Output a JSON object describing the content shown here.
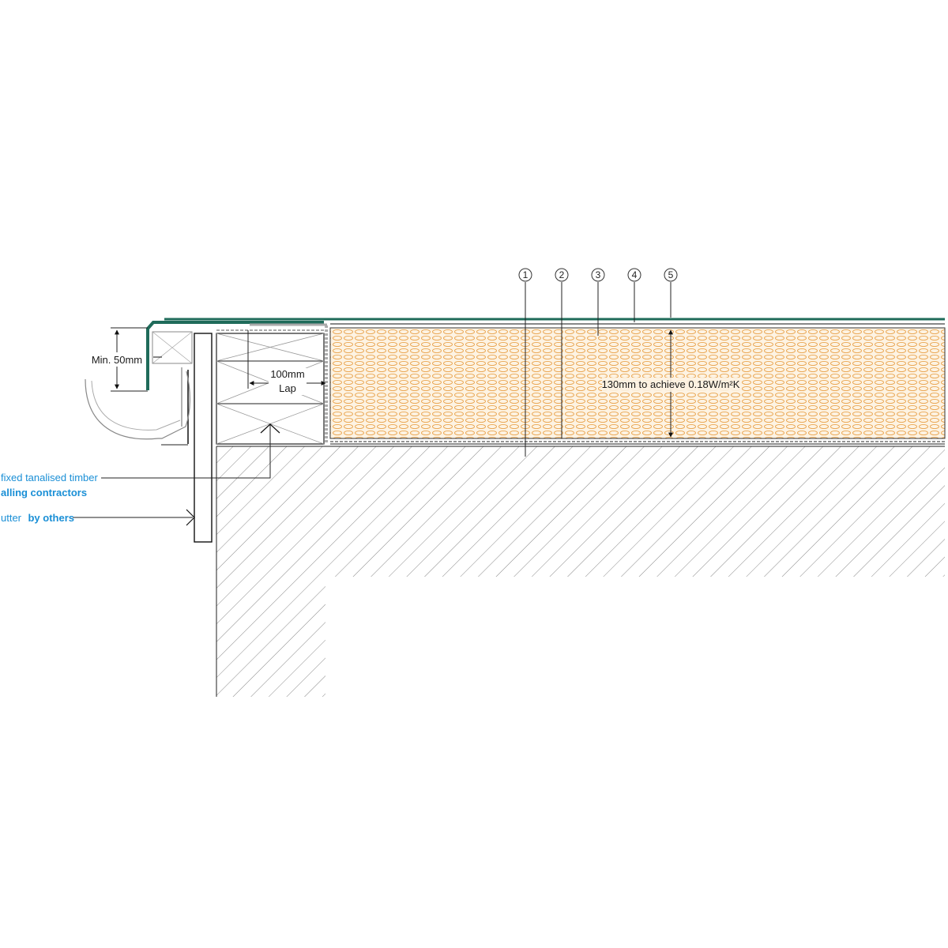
{
  "callouts": [
    "1",
    "2",
    "3",
    "4",
    "5"
  ],
  "dimensions": {
    "min_height": "Min. 50mm",
    "lap_line1": "100mm",
    "lap_line2": "Lap",
    "insulation": "130mm to achieve 0.18W/m²K"
  },
  "notes": {
    "timber_line1": "fixed tanalised timber",
    "timber_line2": "alling contractors",
    "gutter_prefix": "utter",
    "gutter_suffix": "by others"
  },
  "colors": {
    "membrane": "#1f6b5a",
    "insulation_fill": "#fdf3e3",
    "insulation_pattern": "#e9a24a",
    "note_text": "#1a8fd6",
    "hatch": "#8a8a8a"
  }
}
